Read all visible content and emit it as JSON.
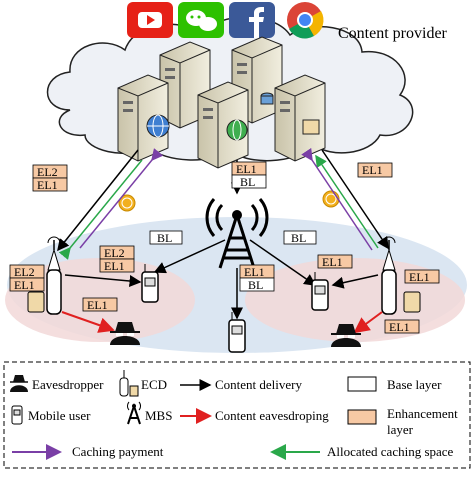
{
  "cloud": {
    "title": "Content provider"
  },
  "apps": [
    {
      "icon": "youtube-icon",
      "color": "#e62117"
    },
    {
      "icon": "wechat-icon",
      "color": "#2dc100"
    },
    {
      "icon": "facebook-icon",
      "color": "#3b5998"
    },
    {
      "icon": "chrome-icon",
      "color": "#db4437"
    }
  ],
  "labels": {
    "el1": "EL1",
    "el2": "EL2",
    "bl": "BL"
  },
  "legend": {
    "eavesdropper": "Eavesdropper",
    "ecd": "ECD",
    "content_delivery": "Content delivery",
    "base_layer": "Base layer",
    "mobile_user": "Mobile user",
    "mbs": "MBS",
    "content_eavesdropping": "Content eavesdroping",
    "enhancement_layer_1": "Enhancement",
    "enhancement_layer_2": "layer",
    "caching_payment": "Caching payment",
    "allocated_caching_space": "Allocated caching space"
  },
  "colors": {
    "enhancement": "#f7c9a4",
    "base": "#ffffff",
    "delivery_arrow": "#000000",
    "eavesdrop_arrow": "#e02020",
    "payment_arrow": "#7a3fa6",
    "allocation_arrow": "#2aa84a",
    "cloud_fill": "#eef1f6",
    "cell_fill": "#dbe6f2",
    "coin": "#f2b01e"
  }
}
